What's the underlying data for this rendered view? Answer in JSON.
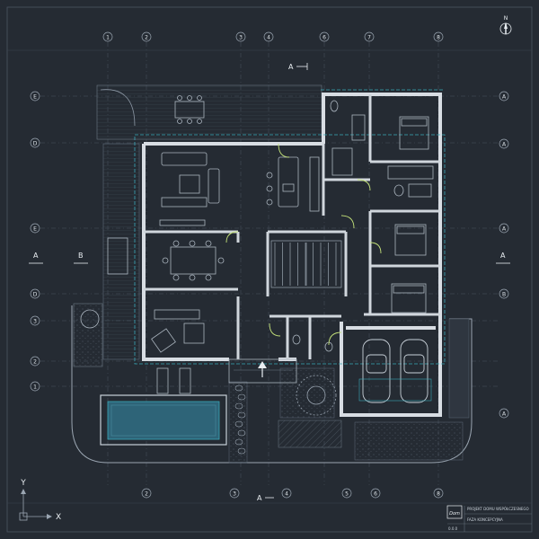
{
  "colors": {
    "background": "#252b33",
    "wall": "#d8dde3",
    "line": "#8e99a6",
    "faint": "#4a5561",
    "accent": "#3aa8b8",
    "door": "#c5e37a",
    "pool": "#2e6478"
  },
  "north_label": "N",
  "axes": {
    "y_label": "Y",
    "x_label": "X"
  },
  "grid_top": [
    "1",
    "2",
    "3",
    "4",
    "6",
    "7",
    "8"
  ],
  "grid_bottom": [
    "2",
    "3",
    "4",
    "5",
    "6",
    "8"
  ],
  "grid_left": [
    "E",
    "D",
    "E",
    "D",
    "3",
    "2",
    "1"
  ],
  "grid_right": [
    "A",
    "A",
    "A",
    "B",
    "A"
  ],
  "section_marks": {
    "top": "A",
    "bottom": "A",
    "left_a": "A",
    "left_b": "B",
    "right": "A"
  },
  "title_block": {
    "logo_text": "Dom",
    "project_line": "PROJEKT DOMU WSPÓŁCZESNEGO",
    "subtitle_line": "FAZA KONCEPCYJNA",
    "sheet_number": "0.0.0"
  }
}
